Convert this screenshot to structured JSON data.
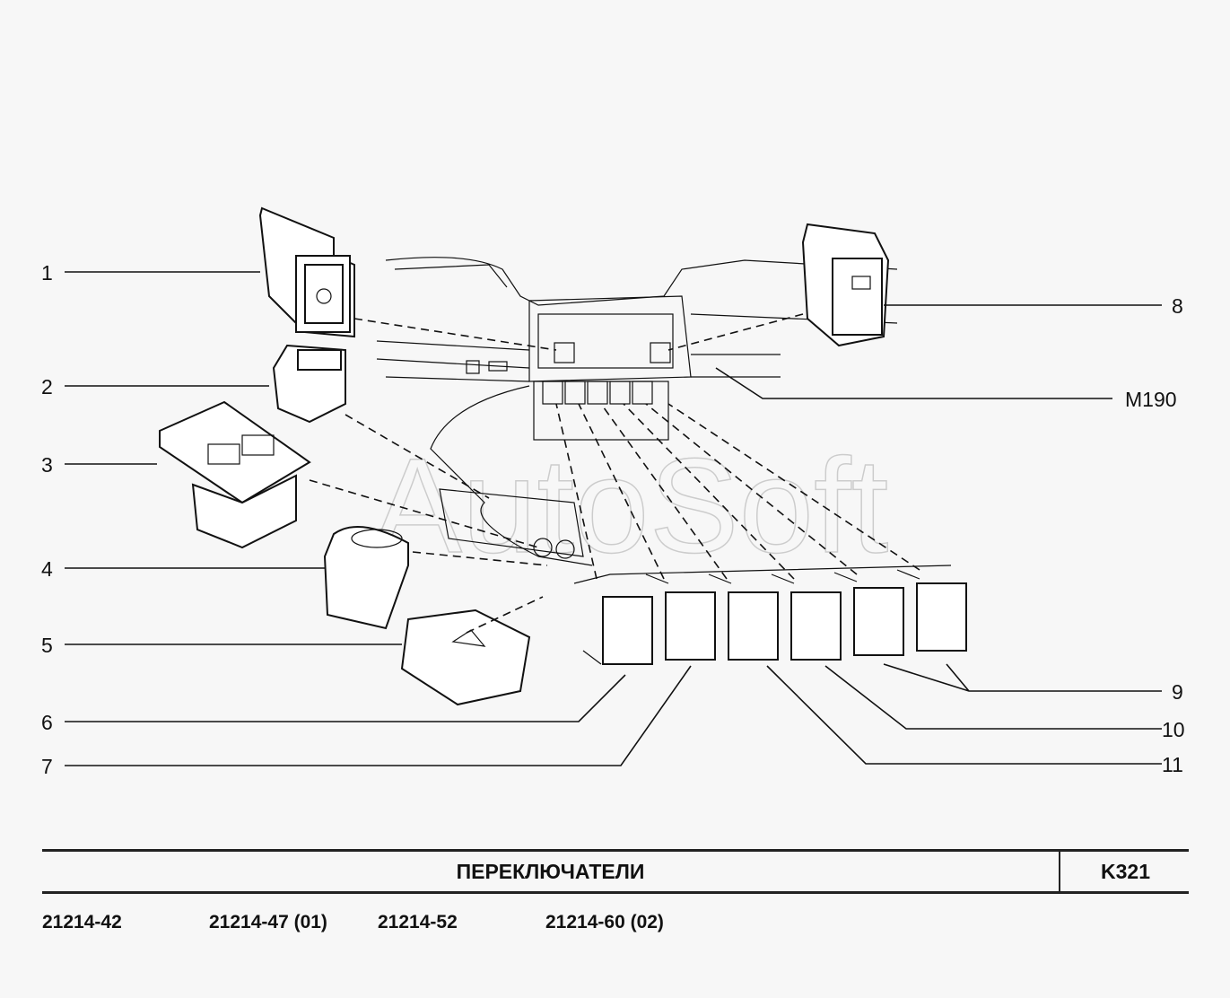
{
  "watermark": "AutoSoft",
  "callouts": {
    "c1": "1",
    "c2": "2",
    "c3": "3",
    "c4": "4",
    "c5": "5",
    "c6": "6",
    "c7": "7",
    "c8": "8",
    "m190": "M190",
    "c9": "9",
    "c10": "10",
    "c11": "11"
  },
  "footer": {
    "title": "ПЕРЕКЛЮЧАТЕЛИ",
    "code": "K321",
    "models": [
      "21214-42",
      "21214-47 (01)",
      "21214-52",
      "21214-60 (02)"
    ]
  }
}
